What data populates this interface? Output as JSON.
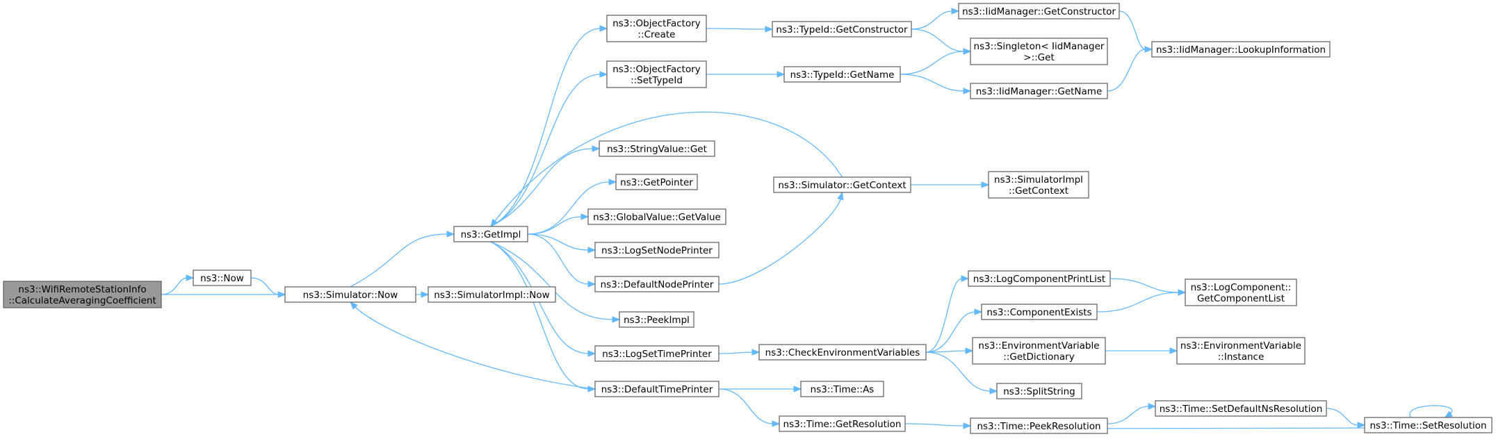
{
  "graph": {
    "root": "n_root",
    "nodes": [
      {
        "id": "n_root",
        "lines": [
          "ns3::WifiRemoteStationInfo",
          "::CalculateAveragingCoefficient"
        ]
      },
      {
        "id": "n_now",
        "lines": [
          "ns3::Now"
        ]
      },
      {
        "id": "n_sim_now",
        "lines": [
          "ns3::Simulator::Now"
        ]
      },
      {
        "id": "n_getimpl",
        "lines": [
          "ns3::GetImpl"
        ]
      },
      {
        "id": "n_simimpl_now",
        "lines": [
          "ns3::SimulatorImpl::Now"
        ]
      },
      {
        "id": "n_of_create",
        "lines": [
          "ns3::ObjectFactory",
          "::Create"
        ]
      },
      {
        "id": "n_of_settypeid",
        "lines": [
          "ns3::ObjectFactory",
          "::SetTypeId"
        ]
      },
      {
        "id": "n_stringvalue_get",
        "lines": [
          "ns3::StringValue::Get"
        ]
      },
      {
        "id": "n_getpointer",
        "lines": [
          "ns3::GetPointer"
        ]
      },
      {
        "id": "n_globalvalue_getvalue",
        "lines": [
          "ns3::GlobalValue::GetValue"
        ]
      },
      {
        "id": "n_logsetnodeprinter",
        "lines": [
          "ns3::LogSetNodePrinter"
        ]
      },
      {
        "id": "n_defaultnodeprinter",
        "lines": [
          "ns3::DefaultNodePrinter"
        ]
      },
      {
        "id": "n_peekimpl",
        "lines": [
          "ns3::PeekImpl"
        ]
      },
      {
        "id": "n_logsettimeprinter",
        "lines": [
          "ns3::LogSetTimePrinter"
        ]
      },
      {
        "id": "n_defaulttimeprinter",
        "lines": [
          "ns3::DefaultTimePrinter"
        ]
      },
      {
        "id": "n_typeid_getconstructor",
        "lines": [
          "ns3::TypeId::GetConstructor"
        ]
      },
      {
        "id": "n_typeid_getname",
        "lines": [
          "ns3::TypeId::GetName"
        ]
      },
      {
        "id": "n_sim_getcontext",
        "lines": [
          "ns3::Simulator::GetContext"
        ]
      },
      {
        "id": "n_checkenv",
        "lines": [
          "ns3::CheckEnvironmentVariables"
        ]
      },
      {
        "id": "n_time_as",
        "lines": [
          "ns3::Time::As"
        ]
      },
      {
        "id": "n_time_getresolution",
        "lines": [
          "ns3::Time::GetResolution"
        ]
      },
      {
        "id": "n_iid_getconstructor",
        "lines": [
          "ns3::IidManager::GetConstructor"
        ]
      },
      {
        "id": "n_singleton_get",
        "lines": [
          "ns3::Singleton< IidManager",
          ">::Get"
        ]
      },
      {
        "id": "n_iid_getname",
        "lines": [
          "ns3::IidManager::GetName"
        ]
      },
      {
        "id": "n_simimpl_getcontext",
        "lines": [
          "ns3::SimulatorImpl",
          "::GetContext"
        ]
      },
      {
        "id": "n_logcomponentprintlist",
        "lines": [
          "ns3::LogComponentPrintList"
        ]
      },
      {
        "id": "n_componentexists",
        "lines": [
          "ns3::ComponentExists"
        ]
      },
      {
        "id": "n_envvar_getdictionary",
        "lines": [
          "ns3::EnvironmentVariable",
          "::GetDictionary"
        ]
      },
      {
        "id": "n_splitstring",
        "lines": [
          "ns3::SplitString"
        ]
      },
      {
        "id": "n_time_peekresolution",
        "lines": [
          "ns3::Time::PeekResolution"
        ]
      },
      {
        "id": "n_iid_lookupinformation",
        "lines": [
          "ns3::IidManager::LookupInformation"
        ]
      },
      {
        "id": "n_logcomponent_getcomponentlist",
        "lines": [
          "ns3::LogComponent::",
          "GetComponentList"
        ]
      },
      {
        "id": "n_envvar_instance",
        "lines": [
          "ns3::EnvironmentVariable",
          "::Instance"
        ]
      },
      {
        "id": "n_time_setdefaultnsresolution",
        "lines": [
          "ns3::Time::SetDefaultNsResolution"
        ]
      },
      {
        "id": "n_time_setresolution",
        "lines": [
          "ns3::Time::SetResolution"
        ]
      }
    ],
    "edges": [
      [
        "n_root",
        "n_now"
      ],
      [
        "n_root",
        "n_sim_now"
      ],
      [
        "n_now",
        "n_sim_now"
      ],
      [
        "n_sim_now",
        "n_getimpl"
      ],
      [
        "n_sim_now",
        "n_simimpl_now"
      ],
      [
        "n_getimpl",
        "n_of_create"
      ],
      [
        "n_getimpl",
        "n_of_settypeid"
      ],
      [
        "n_getimpl",
        "n_stringvalue_get"
      ],
      [
        "n_getimpl",
        "n_getpointer"
      ],
      [
        "n_getimpl",
        "n_globalvalue_getvalue"
      ],
      [
        "n_getimpl",
        "n_logsetnodeprinter"
      ],
      [
        "n_getimpl",
        "n_defaultnodeprinter"
      ],
      [
        "n_getimpl",
        "n_peekimpl"
      ],
      [
        "n_getimpl",
        "n_logsettimeprinter"
      ],
      [
        "n_getimpl",
        "n_defaulttimeprinter"
      ],
      [
        "n_of_create",
        "n_typeid_getconstructor"
      ],
      [
        "n_of_settypeid",
        "n_typeid_getname"
      ],
      [
        "n_typeid_getconstructor",
        "n_iid_getconstructor"
      ],
      [
        "n_typeid_getconstructor",
        "n_singleton_get"
      ],
      [
        "n_typeid_getname",
        "n_singleton_get"
      ],
      [
        "n_typeid_getname",
        "n_iid_getname"
      ],
      [
        "n_iid_getconstructor",
        "n_iid_lookupinformation"
      ],
      [
        "n_iid_getname",
        "n_iid_lookupinformation"
      ],
      [
        "n_sim_getcontext",
        "n_getimpl"
      ],
      [
        "n_sim_getcontext",
        "n_simimpl_getcontext"
      ],
      [
        "n_defaultnodeprinter",
        "n_sim_getcontext"
      ],
      [
        "n_logsettimeprinter",
        "n_checkenv"
      ],
      [
        "n_checkenv",
        "n_logcomponentprintlist"
      ],
      [
        "n_checkenv",
        "n_componentexists"
      ],
      [
        "n_checkenv",
        "n_envvar_getdictionary"
      ],
      [
        "n_checkenv",
        "n_splitstring"
      ],
      [
        "n_logcomponentprintlist",
        "n_logcomponent_getcomponentlist"
      ],
      [
        "n_componentexists",
        "n_logcomponent_getcomponentlist"
      ],
      [
        "n_envvar_getdictionary",
        "n_envvar_instance"
      ],
      [
        "n_defaulttimeprinter",
        "n_sim_now"
      ],
      [
        "n_defaulttimeprinter",
        "n_time_as"
      ],
      [
        "n_defaulttimeprinter",
        "n_time_getresolution"
      ],
      [
        "n_time_getresolution",
        "n_time_peekresolution"
      ],
      [
        "n_time_peekresolution",
        "n_time_setdefaultnsresolution"
      ],
      [
        "n_time_setdefaultnsresolution",
        "n_time_setresolution"
      ],
      [
        "n_time_setresolution",
        "n_time_peekresolution"
      ],
      [
        "n_time_setresolution",
        "n_time_setresolution"
      ]
    ]
  },
  "colors": {
    "edge": "#63b8ff",
    "node_border": "#666666",
    "node_fill": "#ffffff",
    "root_fill": "#999999"
  }
}
